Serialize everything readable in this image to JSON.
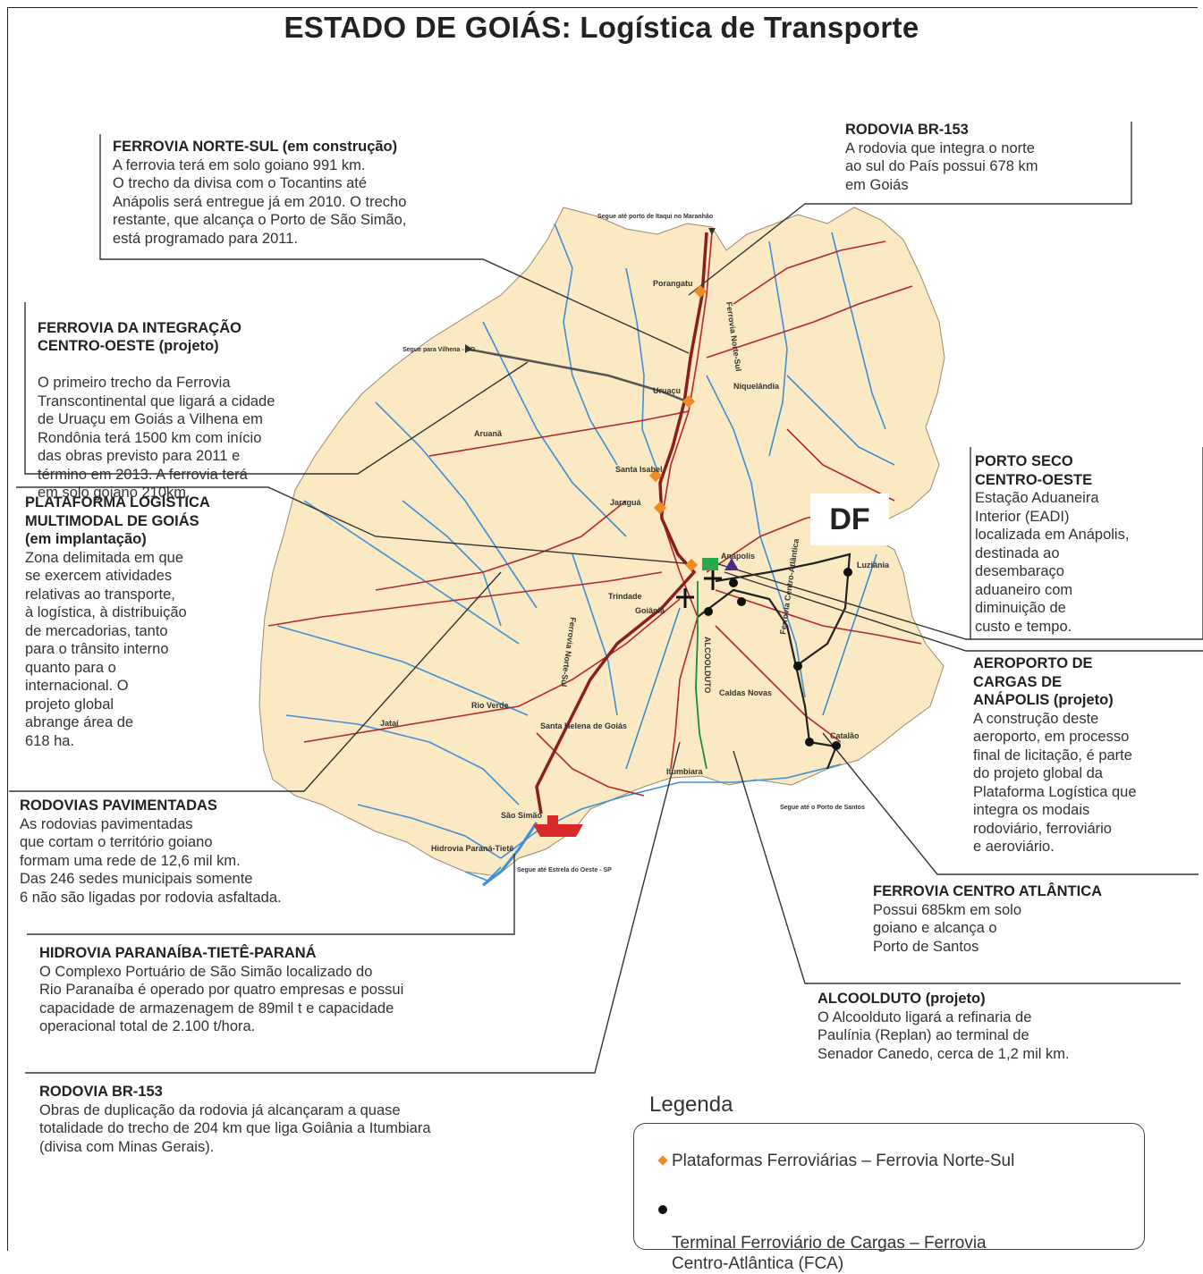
{
  "title": "ESTADO DE GOIÁS: Logística de Transporte",
  "colors": {
    "land": "#fbe9c4",
    "river": "#3d8fd6",
    "road": "#b3262a",
    "railway_norte_sul": "#8a1d1d",
    "railway_fca": "#222222",
    "platform_marker": "#f08a24",
    "terminal_marker": "#111111"
  },
  "callouts": {
    "ferrovia_norte_sul": {
      "heading": "FERROVIA NORTE-SUL (em construção)",
      "body": "A ferrovia terá em solo goiano 991 km.\nO trecho da divisa com o Tocantins até\nAnápolis será entregue já em 2010. O trecho\nrestante, que alcança o Porto de São Simão,\nestá programado para 2011."
    },
    "rodovia_br153_north": {
      "heading": "RODOVIA BR-153",
      "body": "A rodovia que integra o norte\nao sul do País possui 678 km\nem Goiás"
    },
    "ferrovia_integracao": {
      "heading": "FERROVIA DA INTEGRAÇÃO\nCENTRO-OESTE (projeto)",
      "body": "O primeiro trecho da Ferrovia\nTranscontinental que ligará a cidade\nde Uruaçu em Goiás a Vilhena em\nRondônia terá 1500 km com início\ndas obras previsto para 2011 e\ntérmino em 2013. A ferrovia terá\nem solo goiano 210km."
    },
    "porto_seco": {
      "heading": "PORTO SECO\nCENTRO-OESTE",
      "body": "Estação Aduaneira\nInterior (EADI)\nlocalizada em Anápolis,\ndestinada ao\ndesembaraço\naduaneiro com\ndiminuição de\ncusto e tempo."
    },
    "plataforma_logistica": {
      "heading": "PLATAFORMA LOGÍSTICA\nMULTIMODAL DE GOIÁS\n(em implantação)",
      "body": "Zona delimitada em que\nse exercem atividades\nrelativas ao transporte,\nà logística, à distribuição\nde mercadorias, tanto\npara o trânsito interno\nquanto para o\ninternacional. O\nprojeto global\nabrange área de\n618 ha."
    },
    "aeroporto": {
      "heading": "AEROPORTO DE\nCARGAS DE\nANÁPOLIS (projeto)",
      "body": "A construção deste\naeroporto, em processo\nfinal de licitação, é parte\ndo projeto global da\nPlataforma Logística que\nintegra os modais\nrodoviário, ferroviário\ne aeroviário."
    },
    "rodovias_pavimentadas": {
      "heading": "RODOVIAS PAVIMENTADAS",
      "body": "As rodovias pavimentadas\nque cortam o território goiano\nformam uma rede de 12,6 mil km.\nDas 246 sedes municipais somente\n6 não são ligadas por rodovia asfaltada."
    },
    "ferrovia_centro_atlantica": {
      "heading": "FERROVIA CENTRO ATLÂNTICA",
      "body": "Possui 685km em solo\ngoiano e alcança o\nPorto de Santos"
    },
    "hidrovia": {
      "heading": "HIDROVIA PARANAÍBA-TIETÊ-PARANÁ",
      "body": "O Complexo Portuário de São Simão localizado do\nRio Paranaíba é operado por quatro empresas e possui\ncapacidade de armazenagem de 89mil t e capacidade\noperacional total de 2.100 t/hora."
    },
    "alcoolduto": {
      "heading": "ALCOOLDUTO (projeto)",
      "body": "O Alcoolduto ligará a refinaria de\nPaulínia (Replan) ao terminal de\nSenador Canedo, cerca de 1,2 mil km."
    },
    "rodovia_br153_south": {
      "heading": "RODOVIA BR-153",
      "body": "Obras de duplicação da rodovia já alcançaram a quase\ntotalidade do trecho de 204 km que liga Goiânia a Itumbiara\n(divisa com Minas Gerais)."
    }
  },
  "map_labels": {
    "df": "DF",
    "porangatu": "Porangatu",
    "uruacu": "Uruaçu",
    "niquelandia": "Niquelândia",
    "aruana": "Aruanã",
    "santa_isabel": "Santa Isabel",
    "jaragua": "Jaraguá",
    "anapolis": "Anápolis",
    "trindade": "Trindade",
    "goiania": "Goiânia",
    "luziania": "Luziânia",
    "rio_verde": "Rio Verde",
    "jatai": "Jataí",
    "santa_helena": "Santa Helena de Goiás",
    "caldas_novas": "Caldas Novas",
    "catalao": "Catalão",
    "itumbiara": "Itumbiara",
    "sao_simao": "São Simão",
    "hidrovia_label": "Hidrovia Paraná-Tietê",
    "ferrovia_norte_sul_line": "Ferrovia Norte-Sul",
    "ferrovia_fca_line": "Ferrovia Centro-Atlântica",
    "alcoolduto_line": "ALCOOLDUTO",
    "note_itaqui": "Segue até porto de Itaqui no Maranhão",
    "note_vilhena": "Segue para Vilhena - RO",
    "note_santos": "Segue até o Porto de Santos",
    "note_estrela": "Segue até Estrela do Oeste - SP"
  },
  "legend": {
    "title": "Legenda",
    "items": [
      {
        "symbol": "orange-diamond",
        "label": "Plataformas Ferroviárias – Ferrovia Norte-Sul"
      },
      {
        "symbol": "black-dot",
        "label": "Terminal Ferroviário de Cargas – Ferrovia\nCentro-Atlântica (FCA)"
      }
    ]
  }
}
